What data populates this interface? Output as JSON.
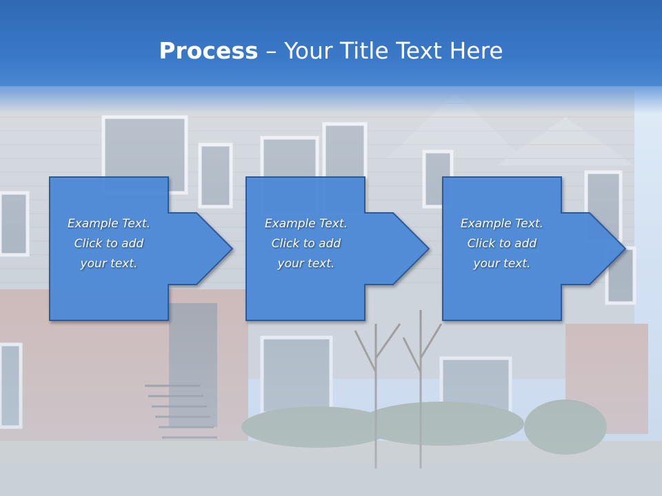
{
  "title": {
    "bold": "Process",
    "dash": " – ",
    "rest": "Your Title Text Here"
  },
  "steps": [
    {
      "line1": "Example Text.",
      "line2": "Click  to add",
      "line3": "your text."
    },
    {
      "line1": "Example Text.",
      "line2": "Click  to add",
      "line3": "your text."
    },
    {
      "line1": "Example Text.",
      "line2": "Click  to add",
      "line3": "your text."
    }
  ],
  "colors": {
    "title_bar": "#3674c2",
    "arrow_fill": "#4f8ad8",
    "arrow_stroke": "#2c5a99",
    "title_text": "#ffffff"
  }
}
